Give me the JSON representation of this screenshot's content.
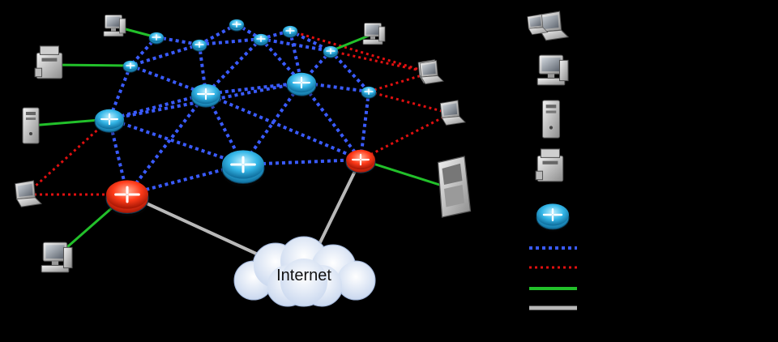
{
  "diagram": {
    "cloud": {
      "label": "Internet"
    },
    "colors": {
      "background": "#000000",
      "mesh_link": "#3a5bff",
      "wireless_link": "#e01010",
      "wired_link": "#22c02a",
      "internet_link": "#b8b8b8",
      "router": "#35b7e8",
      "gateway": "#ff3b1a",
      "cloud": "#dfe8f7"
    },
    "nodes": [
      {
        "id": "m1",
        "kind": "router",
        "size": "small"
      },
      {
        "id": "m2",
        "kind": "router",
        "size": "small"
      },
      {
        "id": "m3",
        "kind": "router",
        "size": "small"
      },
      {
        "id": "m4",
        "kind": "router",
        "size": "small"
      },
      {
        "id": "m5",
        "kind": "router",
        "size": "small"
      },
      {
        "id": "m6",
        "kind": "router",
        "size": "small"
      },
      {
        "id": "m7",
        "kind": "router",
        "size": "small"
      },
      {
        "id": "m8",
        "kind": "router",
        "size": "medium"
      },
      {
        "id": "m9",
        "kind": "router",
        "size": "medium"
      },
      {
        "id": "m10",
        "kind": "router",
        "size": "medium"
      },
      {
        "id": "m11",
        "kind": "router",
        "size": "small"
      },
      {
        "id": "m12",
        "kind": "router",
        "size": "medium"
      },
      {
        "id": "m13",
        "kind": "router",
        "size": "large"
      },
      {
        "id": "g1",
        "kind": "gateway",
        "size": "large"
      },
      {
        "id": "g2",
        "kind": "gateway",
        "size": "medium"
      }
    ],
    "devices": [
      {
        "id": "d-desktop-top",
        "kind": "desktop"
      },
      {
        "id": "d-printer-left",
        "kind": "printer"
      },
      {
        "id": "d-tower-left",
        "kind": "tower"
      },
      {
        "id": "d-laptop-left",
        "kind": "laptop"
      },
      {
        "id": "d-desktop-bottom",
        "kind": "desktop"
      },
      {
        "id": "d-laptop-top-right",
        "kind": "laptop"
      },
      {
        "id": "d-desktop-top-right",
        "kind": "desktop"
      },
      {
        "id": "d-laptop-right",
        "kind": "laptop"
      },
      {
        "id": "d-pda-right",
        "kind": "laptop"
      },
      {
        "id": "d-server-right",
        "kind": "server"
      }
    ],
    "links": {
      "mesh": [
        [
          "m1",
          "m2"
        ],
        [
          "m2",
          "m3"
        ],
        [
          "m3",
          "m4"
        ],
        [
          "m4",
          "m5"
        ],
        [
          "m5",
          "m6"
        ],
        [
          "m1",
          "m7"
        ],
        [
          "m2",
          "m7"
        ],
        [
          "m2",
          "m4"
        ],
        [
          "m3",
          "m4"
        ],
        [
          "m4",
          "m6"
        ],
        [
          "m7",
          "m8"
        ],
        [
          "m2",
          "m8"
        ],
        [
          "m4",
          "m8"
        ],
        [
          "m4",
          "m9"
        ],
        [
          "m5",
          "m9"
        ],
        [
          "m6",
          "m9"
        ],
        [
          "m6",
          "m11"
        ],
        [
          "m9",
          "m11"
        ],
        [
          "m7",
          "m10"
        ],
        [
          "m8",
          "m10"
        ],
        [
          "m8",
          "m9"
        ],
        [
          "m10",
          "g1"
        ],
        [
          "m10",
          "m13"
        ],
        [
          "m8",
          "m13"
        ],
        [
          "m9",
          "m13"
        ],
        [
          "m9",
          "g2"
        ],
        [
          "m11",
          "g2"
        ],
        [
          "g1",
          "m13"
        ],
        [
          "m13",
          "g2"
        ],
        [
          "m8",
          "g2"
        ],
        [
          "m9",
          "m10"
        ],
        [
          "m8",
          "g1"
        ]
      ],
      "wireless": [
        [
          "m5",
          "d-laptop-top-right"
        ],
        [
          "m6",
          "d-laptop-top-right"
        ],
        [
          "m11",
          "d-laptop-right"
        ],
        [
          "g2",
          "d-pda-right"
        ],
        [
          "m11",
          "d-pda-right"
        ],
        [
          "g1",
          "d-laptop-left"
        ],
        [
          "m10",
          "d-laptop-left"
        ]
      ],
      "wired": [
        [
          "m1",
          "d-desktop-top"
        ],
        [
          "m7",
          "d-printer-left"
        ],
        [
          "m10",
          "d-tower-left"
        ],
        [
          "g1",
          "d-desktop-bottom"
        ],
        [
          "m6",
          "d-desktop-top-right"
        ],
        [
          "g2",
          "d-server-right"
        ]
      ],
      "internet": [
        [
          "g1",
          "cloud"
        ],
        [
          "g2",
          "cloud"
        ]
      ]
    },
    "legend": [
      {
        "kind": "laptop"
      },
      {
        "kind": "desktop"
      },
      {
        "kind": "tower"
      },
      {
        "kind": "printer"
      },
      {
        "kind": "router"
      },
      {
        "kind": "mesh-link"
      },
      {
        "kind": "wireless-link"
      },
      {
        "kind": "wired-link"
      },
      {
        "kind": "internet-link"
      }
    ]
  }
}
